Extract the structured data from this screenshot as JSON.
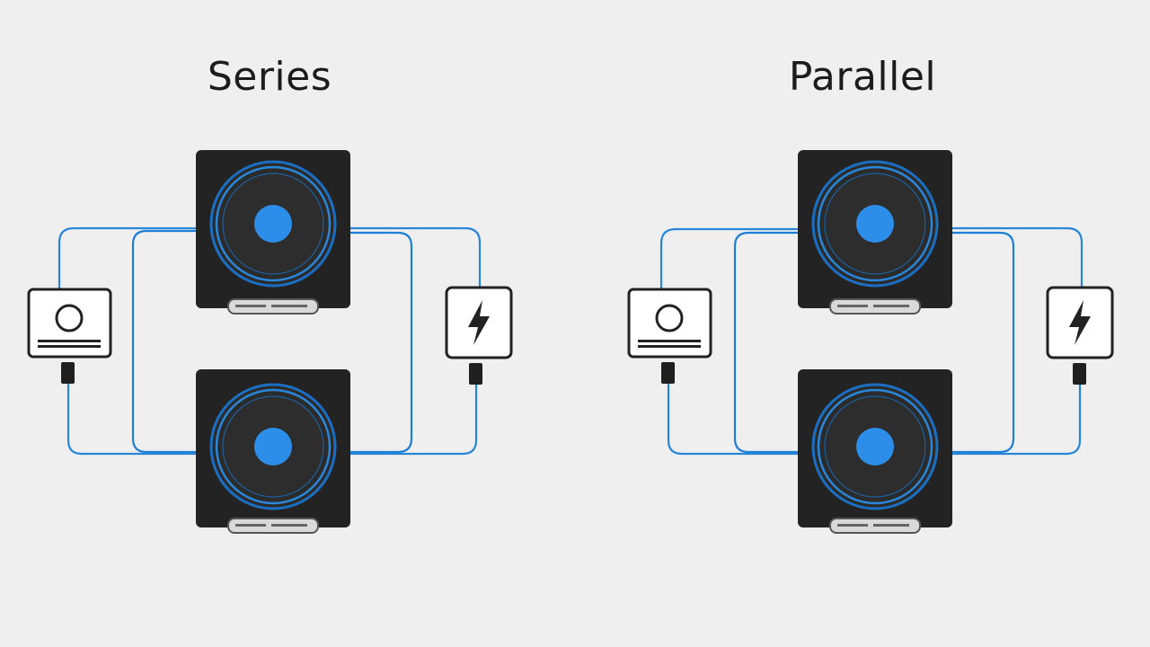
{
  "panels": [
    {
      "title": "Series",
      "speakers": [
        {
          "icon": "speaker-subwoofer"
        },
        {
          "icon": "speaker-subwoofer"
        }
      ],
      "left_device": {
        "icon": "amplifier-circle-icon"
      },
      "right_device": {
        "icon": "power-bolt-icon"
      }
    },
    {
      "title": "Parallel",
      "speakers": [
        {
          "icon": "speaker-subwoofer"
        },
        {
          "icon": "speaker-subwoofer"
        }
      ],
      "left_device": {
        "icon": "amplifier-circle-icon"
      },
      "right_device": {
        "icon": "power-bolt-icon"
      }
    }
  ],
  "colors": {
    "background": "#efefef",
    "wire": "#1d7fd6",
    "speaker_box": "#232323",
    "cone_accent": "#2c8ee8",
    "device_outline": "#222222"
  }
}
